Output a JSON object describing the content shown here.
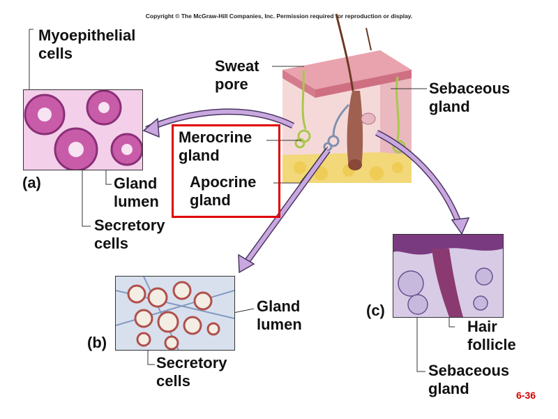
{
  "copyright": "Copyright © The McGraw-Hill Companies, Inc. Permission required for reproduction or display.",
  "labels": {
    "myoepithelial": [
      "Myoepithelial",
      "cells"
    ],
    "sweat_pore": [
      "Sweat",
      "pore"
    ],
    "sebaceous_top": [
      "Sebaceous",
      "gland"
    ],
    "merocrine": [
      "Merocrine",
      "gland"
    ],
    "apocrine": [
      "Apocrine",
      "gland"
    ],
    "gland_lumen_a": [
      "Gland",
      "lumen"
    ],
    "secretory_a": [
      "Secretory",
      "cells"
    ],
    "gland_lumen_b": [
      "Gland",
      "lumen"
    ],
    "secretory_b": [
      "Secretory",
      "cells"
    ],
    "hair_follicle": [
      "Hair",
      "follicle"
    ],
    "sebaceous_c": [
      "Sebaceous",
      "gland"
    ]
  },
  "panel_labels": {
    "a": "(a)",
    "b": "(b)",
    "c": "(c)"
  },
  "page_number": "6-36",
  "colors": {
    "highlight_box": "#e00000",
    "arrow": "#c9a8e0",
    "arrow_stroke": "#4a3560",
    "page_number": "#d40000"
  }
}
